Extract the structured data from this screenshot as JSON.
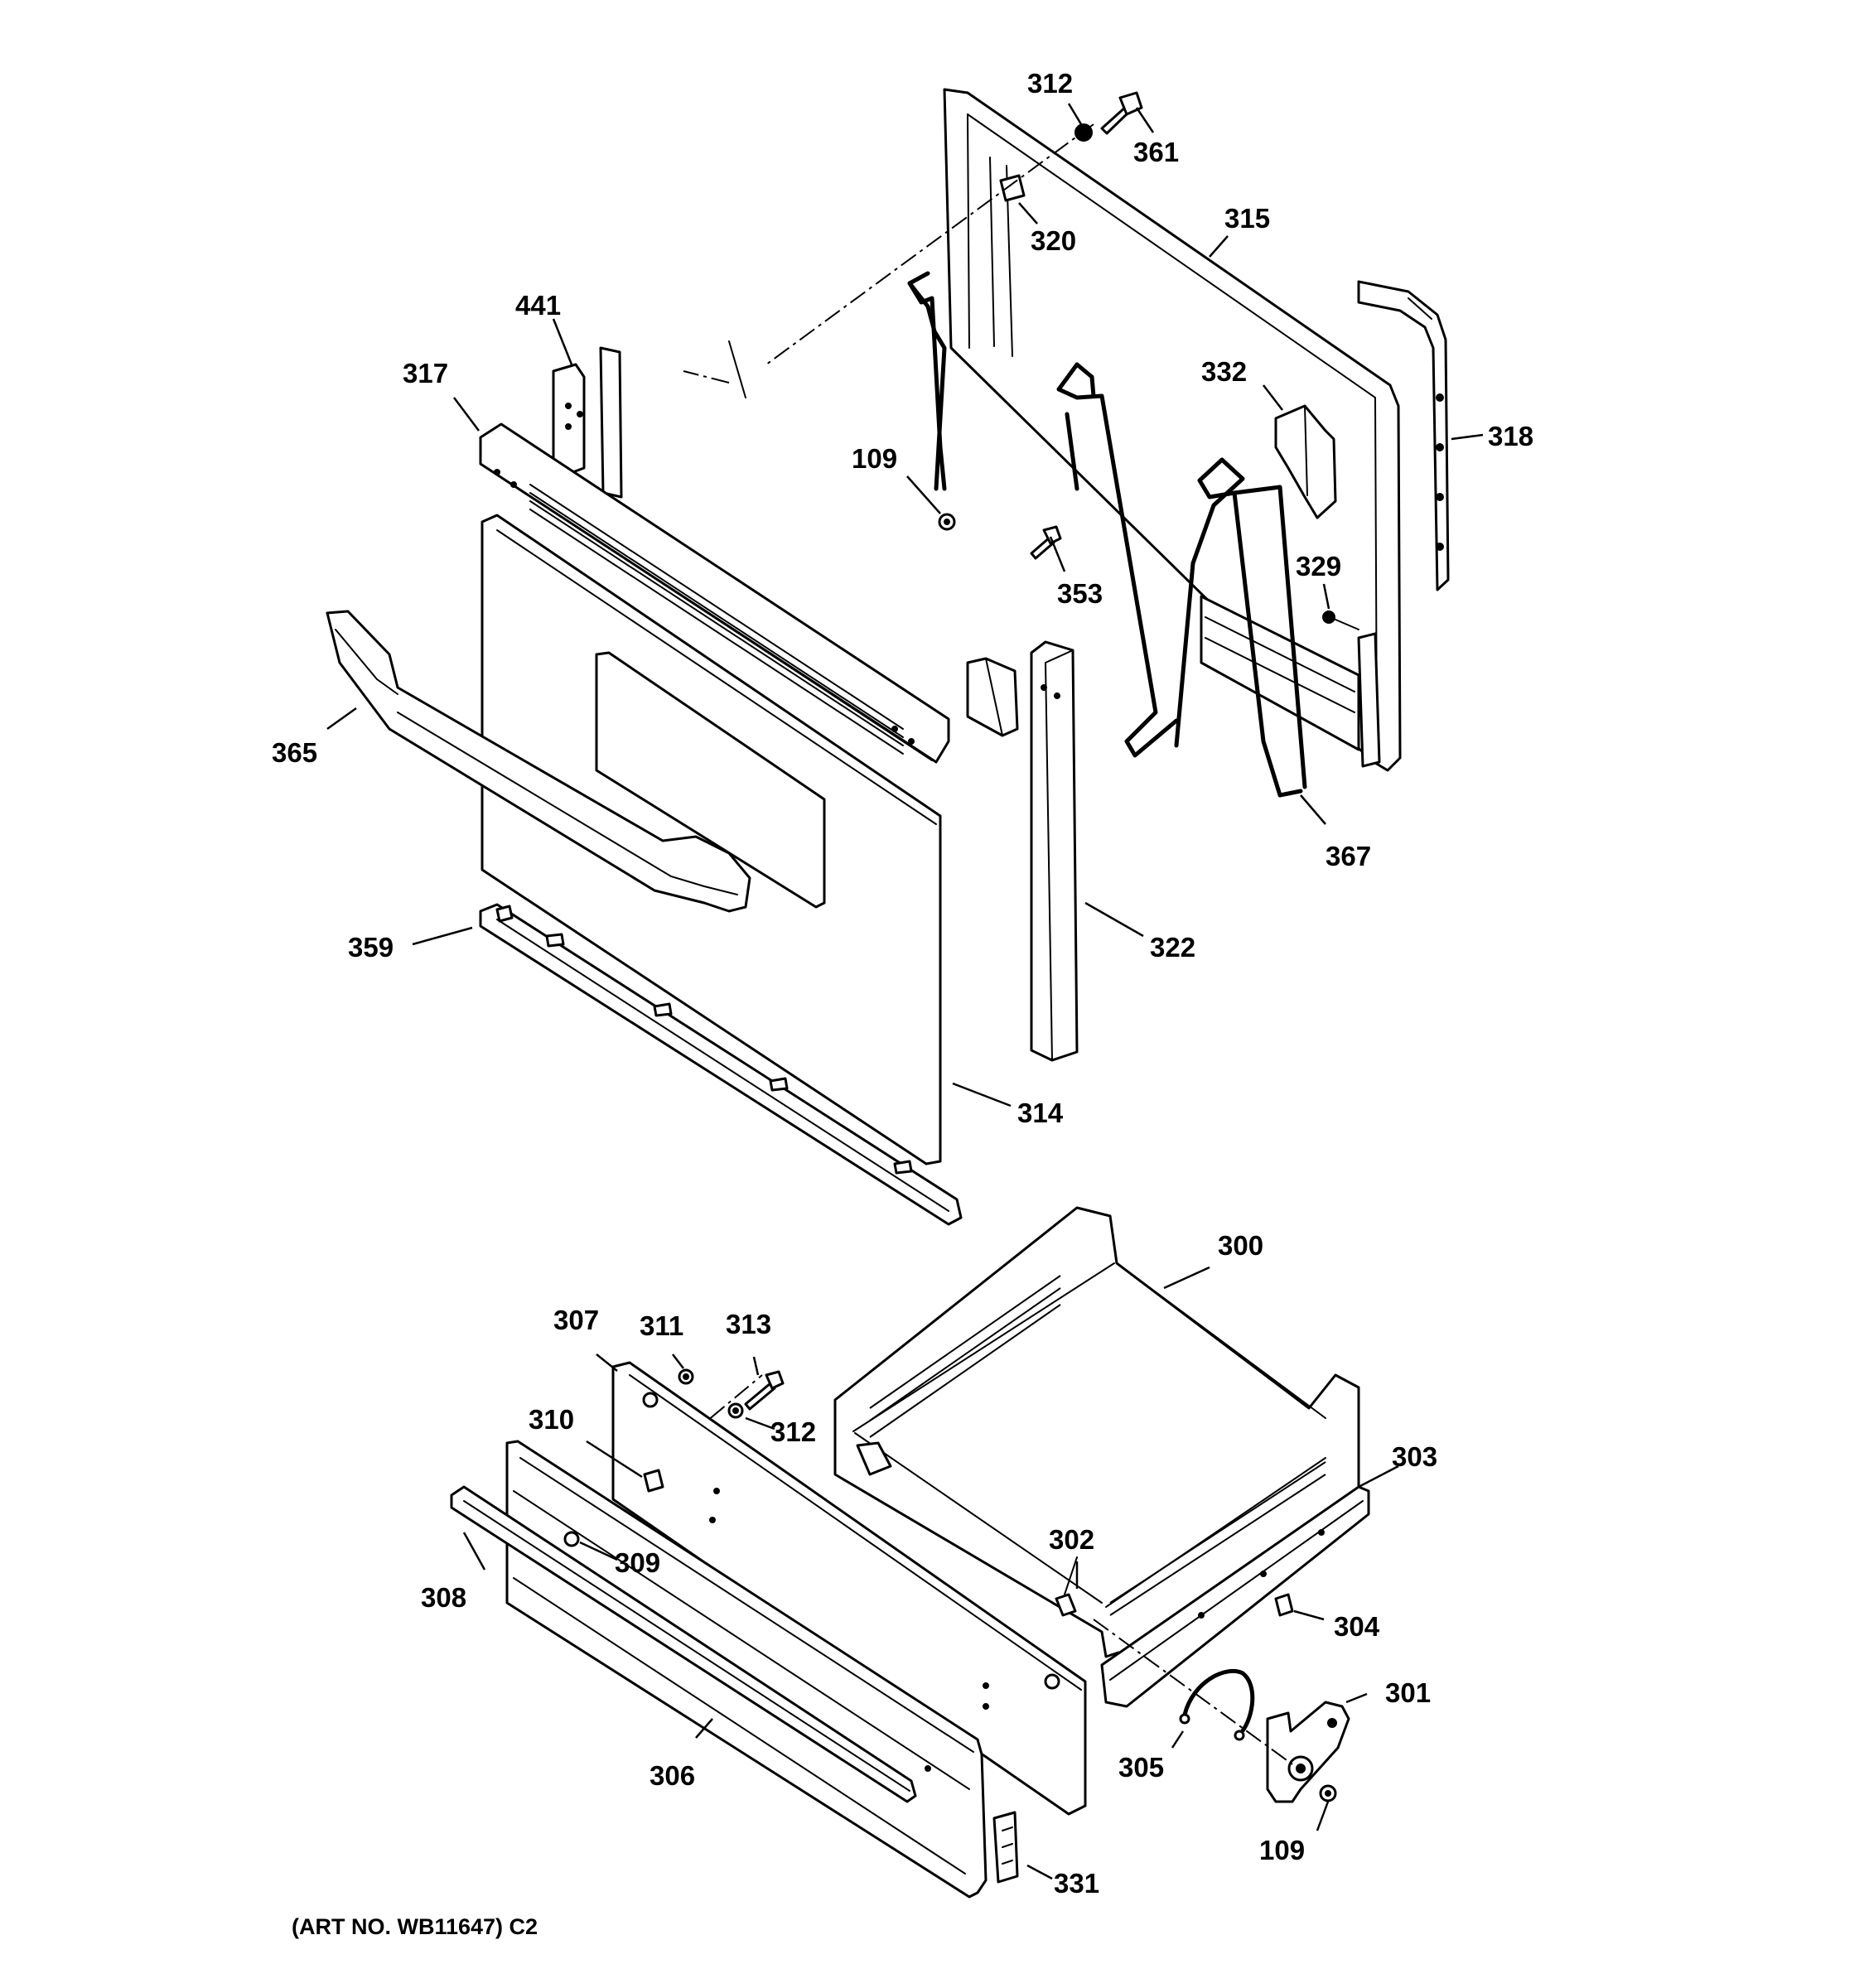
{
  "callouts": [
    {
      "id": "c312a",
      "text": "312"
    },
    {
      "id": "c361",
      "text": "361"
    },
    {
      "id": "c320",
      "text": "320"
    },
    {
      "id": "c315",
      "text": "315"
    },
    {
      "id": "c441",
      "text": "441"
    },
    {
      "id": "c317",
      "text": "317"
    },
    {
      "id": "c332",
      "text": "332"
    },
    {
      "id": "c318",
      "text": "318"
    },
    {
      "id": "c109a",
      "text": "109"
    },
    {
      "id": "c353",
      "text": "353"
    },
    {
      "id": "c329",
      "text": "329"
    },
    {
      "id": "c365",
      "text": "365"
    },
    {
      "id": "c367",
      "text": "367"
    },
    {
      "id": "c359",
      "text": "359"
    },
    {
      "id": "c322",
      "text": "322"
    },
    {
      "id": "c314",
      "text": "314"
    },
    {
      "id": "c300",
      "text": "300"
    },
    {
      "id": "c307",
      "text": "307"
    },
    {
      "id": "c311",
      "text": "311"
    },
    {
      "id": "c313",
      "text": "313"
    },
    {
      "id": "c310",
      "text": "310"
    },
    {
      "id": "c312b",
      "text": "312"
    },
    {
      "id": "c303",
      "text": "303"
    },
    {
      "id": "c302",
      "text": "302"
    },
    {
      "id": "c309",
      "text": "309"
    },
    {
      "id": "c308",
      "text": "308"
    },
    {
      "id": "c304",
      "text": "304"
    },
    {
      "id": "c301",
      "text": "301"
    },
    {
      "id": "c305",
      "text": "305"
    },
    {
      "id": "c306",
      "text": "306"
    },
    {
      "id": "c109b",
      "text": "109"
    },
    {
      "id": "c331",
      "text": "331"
    }
  ],
  "footer": {
    "art_number": "(ART NO. WB11647) C2"
  }
}
